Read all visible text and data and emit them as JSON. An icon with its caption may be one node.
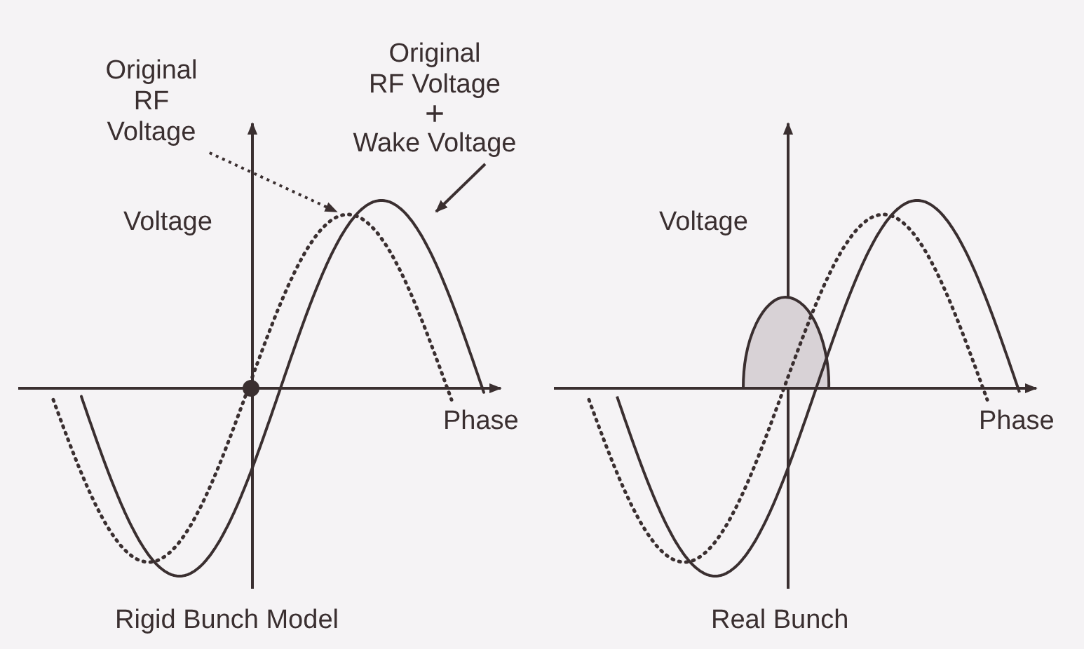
{
  "diagram": {
    "nodes": [
      {
        "text": [
          "Original RF Voltage"
        ]
      },
      {
        "text": [
          "Original RF Voltage",
          "+",
          "Wake Voltage"
        ]
      },
      {
        "text": [],
        "shape": "curve"
      },
      {
        "text": [],
        "shape": "curve"
      }
    ],
    "edges": [
      {
        "from": 0,
        "to": 2,
        "arrow": "to",
        "style": "dashed"
      },
      {
        "from": 1,
        "to": 3,
        "arrow": "to"
      }
    ],
    "labels": [
      "Voltage",
      "Voltage",
      "Phase",
      "Phase",
      "Rigid Bunch Model",
      "Real Bunch"
    ]
  }
}
